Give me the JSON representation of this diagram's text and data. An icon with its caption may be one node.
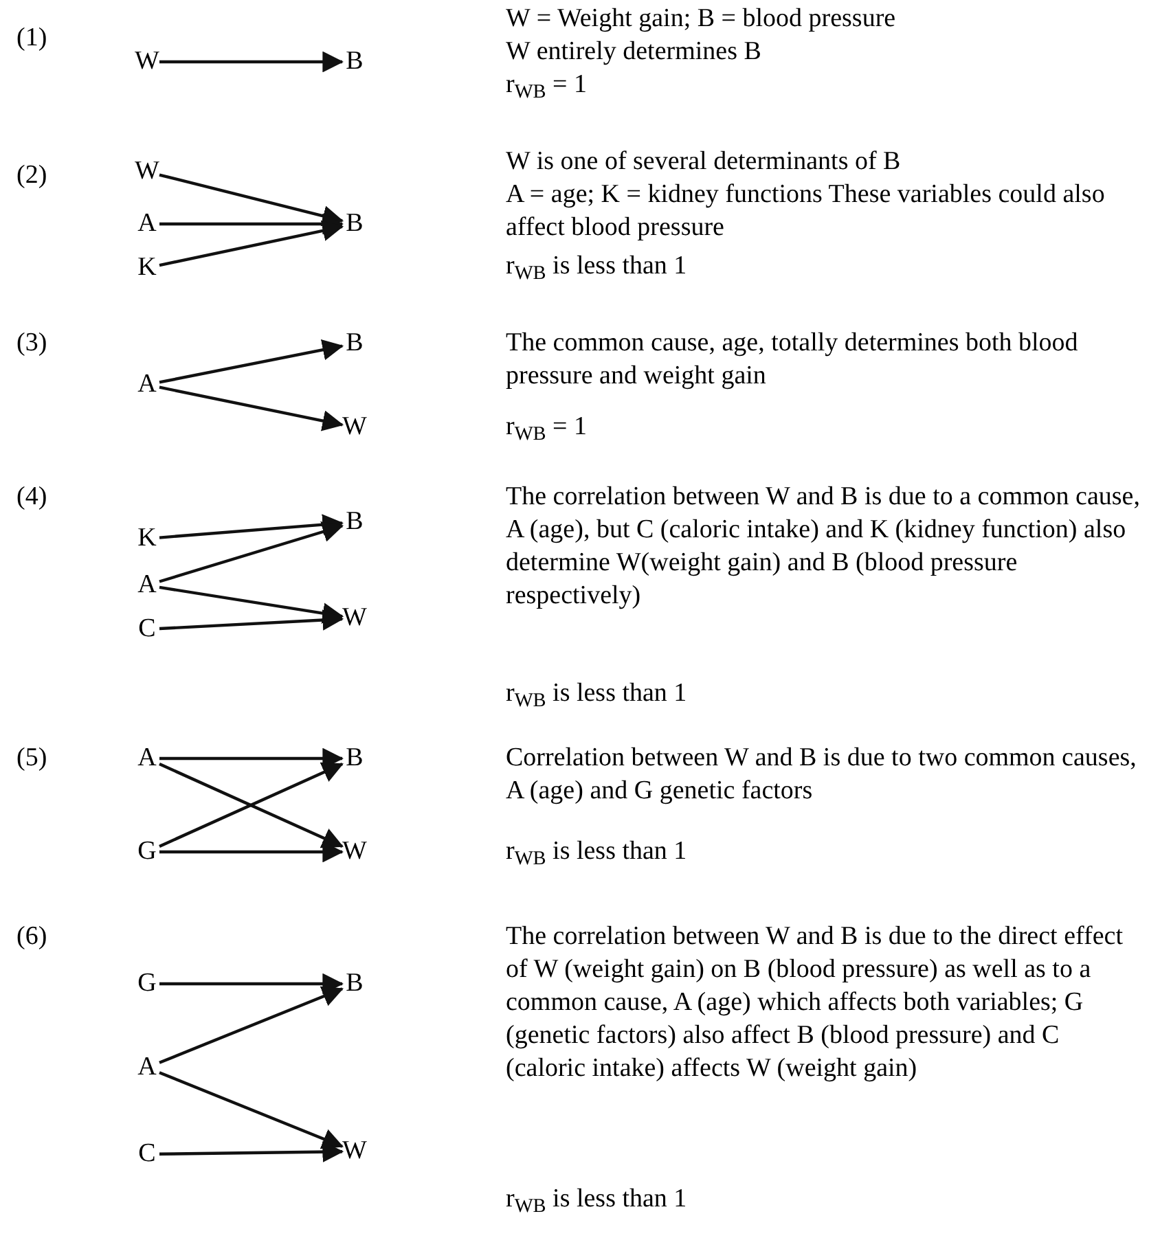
{
  "diagram": {
    "nodes": [
      {
        "text": [
          "W"
        ]
      },
      {
        "text": [
          "B"
        ]
      },
      {
        "text": [
          "W"
        ]
      },
      {
        "text": [
          "A"
        ]
      },
      {
        "text": [
          "B"
        ]
      },
      {
        "text": [
          "K"
        ]
      },
      {
        "text": [
          "B"
        ]
      },
      {
        "text": [
          "A"
        ]
      },
      {
        "text": [
          "W"
        ]
      },
      {
        "text": [
          "B"
        ]
      },
      {
        "text": [
          "K"
        ]
      },
      {
        "text": [
          "A"
        ]
      },
      {
        "text": [
          "C"
        ]
      },
      {
        "text": [
          "W"
        ]
      },
      {
        "text": [
          "A"
        ]
      },
      {
        "text": [
          "B"
        ]
      },
      {
        "text": [
          "G"
        ]
      },
      {
        "text": [
          "W"
        ]
      },
      {
        "text": [
          "G"
        ]
      },
      {
        "text": [
          "B"
        ]
      },
      {
        "text": [
          "A"
        ]
      },
      {
        "text": [
          "C"
        ]
      },
      {
        "text": [
          "W"
        ]
      }
    ],
    "edges": [
      {
        "from": 0,
        "to": 1,
        "arrow": "to"
      },
      {
        "from": 2,
        "to": 4,
        "arrow": "to"
      },
      {
        "from": 3,
        "to": 4,
        "arrow": "to"
      },
      {
        "from": 5,
        "to": 4,
        "arrow": "to"
      },
      {
        "from": 7,
        "to": 6,
        "arrow": "to"
      },
      {
        "from": 7,
        "to": 8,
        "arrow": "to"
      },
      {
        "from": 10,
        "to": 9,
        "arrow": "to"
      },
      {
        "from": 11,
        "to": 9,
        "arrow": "to"
      },
      {
        "from": 11,
        "to": 13,
        "arrow": "to"
      },
      {
        "from": 12,
        "to": 13,
        "arrow": "to"
      },
      {
        "from": 14,
        "to": 15,
        "arrow": "to"
      },
      {
        "from": 14,
        "to": 17,
        "arrow": "to"
      },
      {
        "from": 16,
        "to": 15,
        "arrow": "to"
      },
      {
        "from": 16,
        "to": 17,
        "arrow": "to"
      },
      {
        "from": 18,
        "to": 19,
        "arrow": "to"
      },
      {
        "from": 20,
        "to": 19,
        "arrow": "to"
      },
      {
        "from": 20,
        "to": 22,
        "arrow": "to"
      },
      {
        "from": 21,
        "to": 22,
        "arrow": "to"
      }
    ],
    "labels": [
      "(1)",
      "W = Weight gain; B = blood pressure",
      "W entirely determines B",
      "r$_{WB}$ = 1",
      "(2)",
      "W is one of several determinants of B",
      "A = age; K = kidney functions These variables could also affect blood pressure",
      "r$_{WB}$ is less than 1",
      "(3)",
      "The common cause, age, totally determines both blood pressure and weight gain",
      "r$_{WB}$ = 1",
      "(4)",
      "The correlation between W and B is due to a common cause, A (age), but C (caloric intake) and K (kidney function) also determine W(weight gain) and B (blood pressure respectively)",
      "r$_{WB}$ is less than 1",
      "(5)",
      "Correlation between W and B is due to two common causes, A (age) and G genetic factors",
      "r$_{WB}$ is less than 1",
      "(6)",
      "The correlation between W and B is due to the direct effect of W (weight gain) on B (blood pressure) as well as to a common cause, A (age) which affects both variables; G (genetic factors) also affect B (blood pressure) and C (caloric intake) affects W (weight gain)",
      "r$_{WB}$ is less than 1"
    ]
  }
}
